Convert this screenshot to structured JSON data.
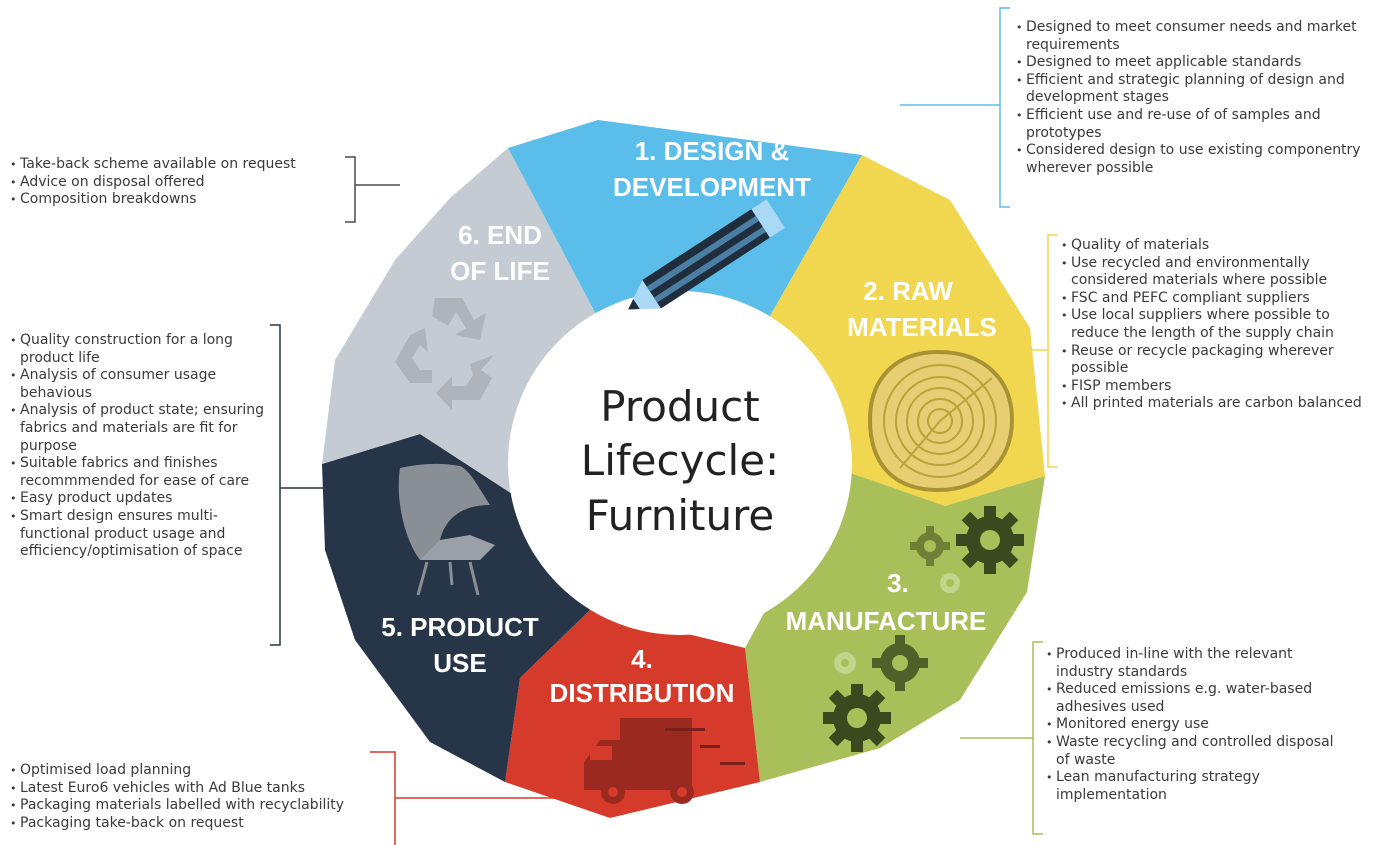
{
  "center": {
    "line1": "Product",
    "line2": "Lifecycle:",
    "line3": "Furniture"
  },
  "colors": {
    "design": "#5bbde9",
    "raw": "#f1d64f",
    "manufacture": "#a9bf5a",
    "distribution": "#d63a2b",
    "product_use": "#263548",
    "end_of_life": "#c5cbd2"
  },
  "segments": {
    "design": {
      "title_line1": "1. DESIGN &",
      "title_line2": "DEVELOPMENT",
      "icon": "pencil-icon"
    },
    "raw": {
      "title_line1": "2. RAW",
      "title_line2": "MATERIALS",
      "icon": "tree-rings-icon"
    },
    "manufacture": {
      "title_line1": "3.",
      "title_line2": "MANUFACTURE",
      "icon": "gears-icon"
    },
    "distribution": {
      "title_line1": "4.",
      "title_line2": "DISTRIBUTION",
      "icon": "truck-icon"
    },
    "product_use": {
      "title_line1": "5. PRODUCT",
      "title_line2": "USE",
      "icon": "chair-icon"
    },
    "end_of_life": {
      "title_line1": "6. END",
      "title_line2": "OF LIFE",
      "icon": "recycle-icon"
    }
  },
  "lists": {
    "design": [
      "Designed to meet consumer needs and market requirements",
      "Designed to meet applicable standards",
      "Efficient and strategic planning of design and development stages",
      "Efficient use and re-use of of samples and prototypes",
      "Considered design to use existing componentry wherever possible"
    ],
    "raw": [
      "Quality of materials",
      "Use recycled and environmentally considered materials where possible",
      "FSC and PEFC compliant suppliers",
      "Use local suppliers where possible to reduce the length of the supply chain",
      "Reuse or recycle packaging wherever possible",
      "FISP members",
      "All printed materials are carbon balanced"
    ],
    "manufacture": [
      "Produced in-line with the relevant industry standards",
      "Reduced emissions e.g. water-based adhesives used",
      "Monitored energy use",
      "Waste recycling and controlled disposal of waste",
      "Lean manufacturing strategy implementation"
    ],
    "distribution": [
      "Optimised load planning",
      "Latest Euro6 vehicles with Ad Blue tanks",
      "Packaging materials labelled with recyclability",
      "Packaging take-back on request"
    ],
    "product_use": [
      "Quality construction for a long product life",
      "Analysis of consumer usage behavious",
      "Analysis of product state; ensuring fabrics and materials are fit for purpose",
      "Suitable fabrics and finishes recommmended for ease of care",
      "Easy product updates",
      "Smart design ensures multi-functional product usage and efficiency/optimisation of space"
    ],
    "end_of_life": [
      "Take-back scheme available on request",
      "Advice on disposal offered",
      "Composition breakdowns"
    ]
  }
}
